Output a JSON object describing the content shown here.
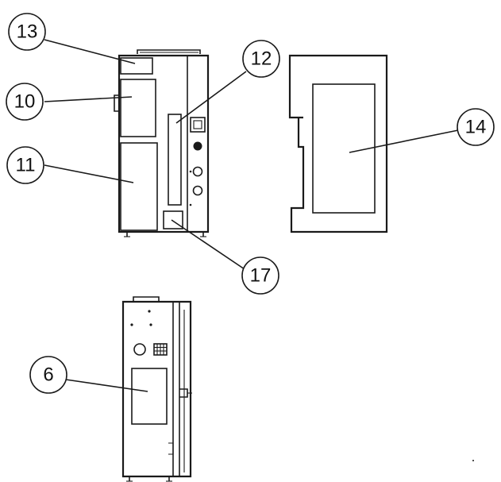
{
  "callouts": [
    {
      "id": "13",
      "label": "13"
    },
    {
      "id": "10",
      "label": "10"
    },
    {
      "id": "11",
      "label": "11"
    },
    {
      "id": "12",
      "label": "12"
    },
    {
      "id": "14",
      "label": "14"
    },
    {
      "id": "17",
      "label": "17"
    },
    {
      "id": "6",
      "label": "6"
    }
  ],
  "colors": {
    "ink": "#1a1a1a",
    "background": "#ffffff"
  }
}
